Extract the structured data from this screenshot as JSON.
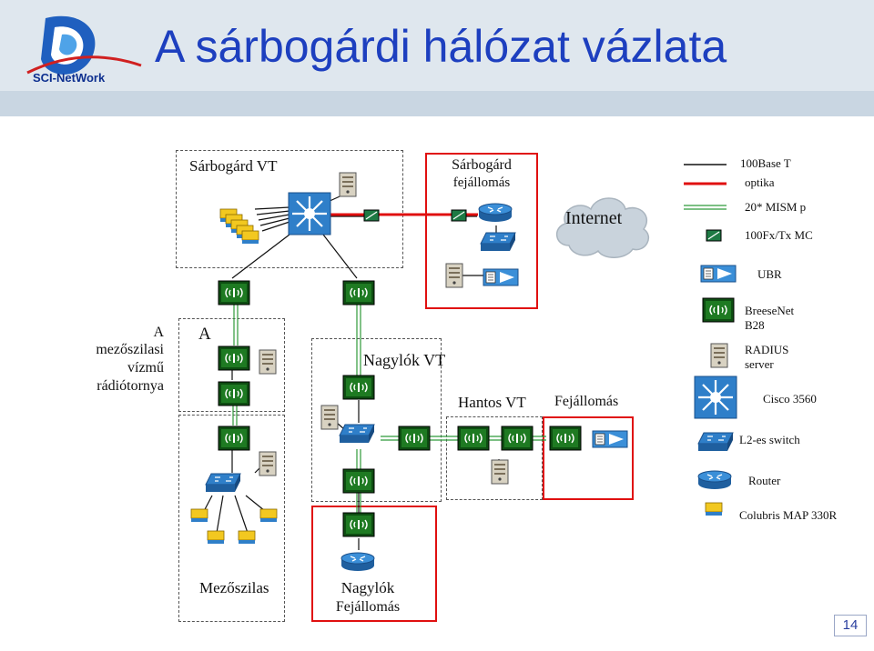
{
  "slide": {
    "title": "A sárbogárdi hálózat vázlata",
    "logo_text": "SCI-NetWork",
    "page_number": "14"
  },
  "diagram": {
    "sites": {
      "sarbogard_vt": "Sárbogárd VT",
      "sarbogard_fejallomas_1": "Sárbogárd",
      "sarbogard_fejallomas_2": "fejállomás",
      "internet": "Internet",
      "mezoszilas_tower_1": "A",
      "mezoszilas_tower_2": "mezőszilasi",
      "mezoszilas_tower_3": "vízmű",
      "mezoszilas_tower_4": "rádiótornya",
      "a_box": "A",
      "nagylok_vt": "Nagylók VT",
      "hantos_vt": "Hantos VT",
      "fejallomas": "Fejállomás",
      "mezoszilas": "Mezőszilas",
      "nagylok_1": "Nagylók",
      "nagylok_2": "Fejállomás"
    },
    "legend": {
      "base_t": "100Base T",
      "optika": "optika",
      "mism": "20* MISM p",
      "fx_tx": "100Fx/Tx MC",
      "ubr": "UBR",
      "breezenet_1": "BreeseNet",
      "breezenet_2": "B28",
      "radius_1": "RADIUS",
      "radius_2": "server",
      "cisco": "Cisco 3560",
      "l2_switch": "L2-es switch",
      "router": "Router",
      "colubris": "Colubris MAP 330R"
    },
    "colors": {
      "title": "#1d3fbf",
      "red_box": "#e01010",
      "optika": "#e01010",
      "mism": "#2e9a3a",
      "radio_unit": "#0e4d12",
      "switch_blue": "#2f7fc9",
      "cloud": "#c9d3dc"
    }
  }
}
